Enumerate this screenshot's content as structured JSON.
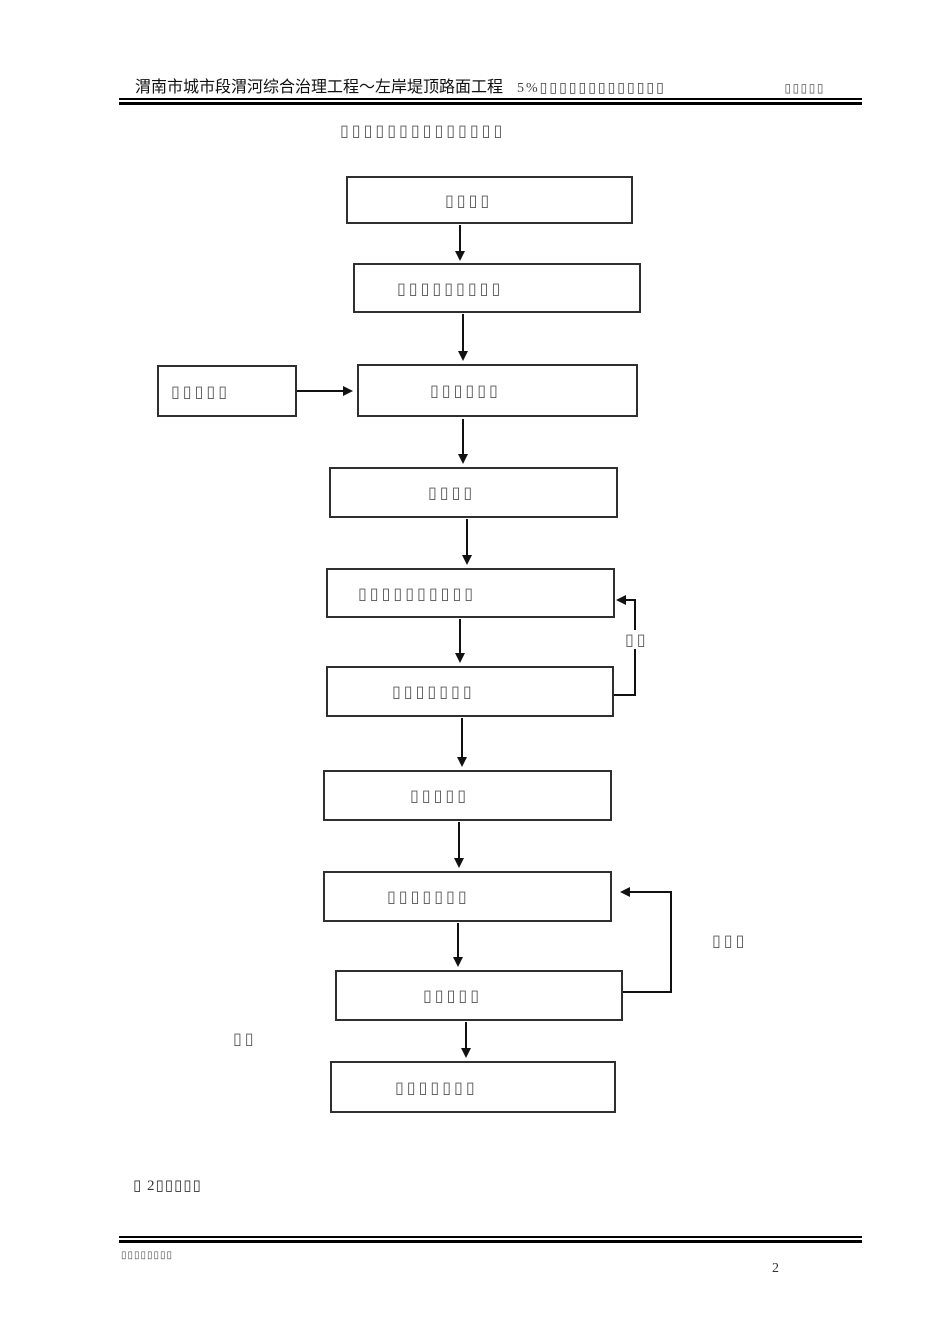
{
  "header": {
    "project_title": "渭南市城市段渭河综合治理工程～左岸堤顶路面工程",
    "subtitle_tofu": "5%▯▯▯▯▯▯▯▯▯▯▯▯▯",
    "right_tofu": "▯▯▯▯▯"
  },
  "flowchart": {
    "title": "▯▯▯▯▯▯▯▯▯▯▯▯▯▯",
    "nodes": [
      {
        "label": "▯▯▯▯"
      },
      {
        "label": "▯▯▯▯▯▯▯▯▯"
      },
      {
        "label": "▯▯▯▯▯▯"
      },
      {
        "label": "▯▯▯▯"
      },
      {
        "label": "▯▯▯▯▯▯▯▯▯▯"
      },
      {
        "label": "▯▯▯▯▯▯▯"
      },
      {
        "label": "▯▯▯▯▯"
      },
      {
        "label": "▯▯▯▯▯▯▯"
      },
      {
        "label": "▯▯▯▯▯"
      },
      {
        "label": "▯▯▯▯▯▯▯"
      }
    ],
    "side_node": {
      "label": "▯▯▯▯▯"
    },
    "loop1_label": "▯▯",
    "loop2_label": "▯▯▯",
    "left_label": "▯▯"
  },
  "caption": "▯ 2▯▯▯▯▯",
  "footer": {
    "text": "▯▯▯▯▯▯▯▯",
    "page_number": "2"
  }
}
